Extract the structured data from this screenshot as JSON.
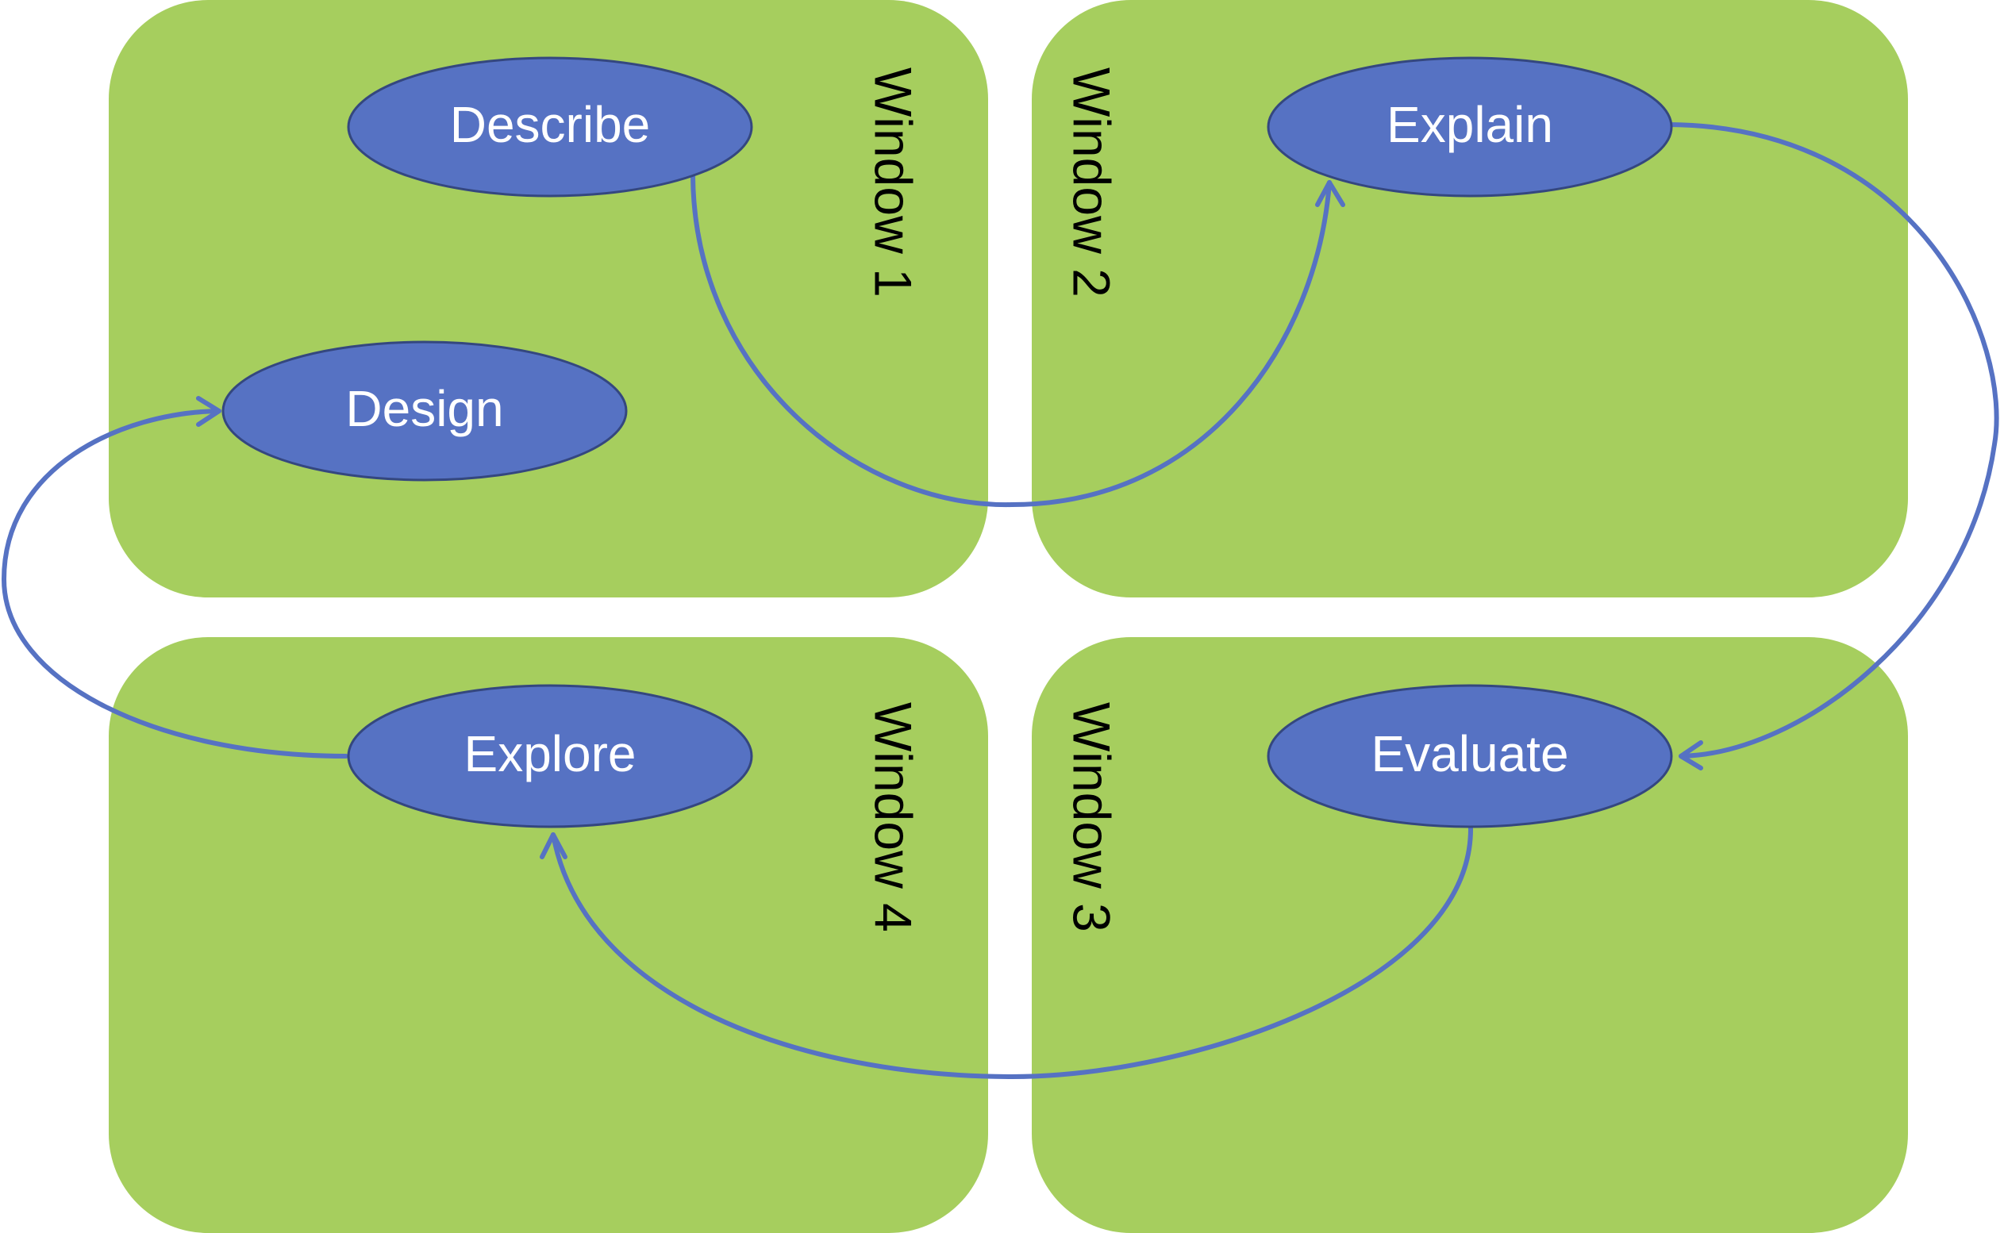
{
  "colors": {
    "window_fill": "#a6ce5e",
    "node_fill": "#5672c3",
    "node_stroke": "#34477f",
    "node_text": "#ffffff",
    "window_text": "#000000",
    "arrow": "#5672c3"
  },
  "windows": [
    {
      "id": "w1",
      "label": "Window 1"
    },
    {
      "id": "w2",
      "label": "Window 2"
    },
    {
      "id": "w3",
      "label": "Window 3"
    },
    {
      "id": "w4",
      "label": "Window 4"
    }
  ],
  "nodes": [
    {
      "id": "describe",
      "label": "Describe"
    },
    {
      "id": "explain",
      "label": "Explain"
    },
    {
      "id": "design",
      "label": "Design"
    },
    {
      "id": "explore",
      "label": "Explore"
    },
    {
      "id": "evaluate",
      "label": "Evaluate"
    }
  ],
  "edges": [
    {
      "from": "describe",
      "to": "explain"
    },
    {
      "from": "explain",
      "to": "evaluate"
    },
    {
      "from": "evaluate",
      "to": "explore"
    },
    {
      "from": "explore",
      "to": "design"
    }
  ]
}
